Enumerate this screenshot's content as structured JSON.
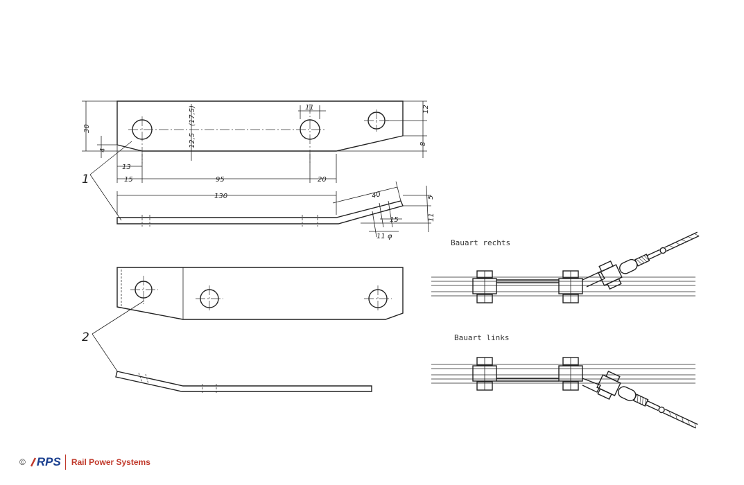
{
  "dimensions": {
    "d30": "30",
    "d4": "4",
    "d175": "(17,5)",
    "d125": "12,5",
    "d11top": "11",
    "d12": "12",
    "d8": "8",
    "d13": "13",
    "d15": "15",
    "d95": "95",
    "d20": "20",
    "d130": "130",
    "d40": "40",
    "d5": "5",
    "d15b": "15",
    "d11side": "11",
    "d11phi": "11 φ"
  },
  "parts": {
    "part1": "1",
    "part2": "2"
  },
  "captions": {
    "right": "Bauart rechts",
    "left": "Bauart links"
  },
  "footer": {
    "copyright": "©",
    "logo": "RPS",
    "brand": "Rail Power Systems",
    "colors": {
      "logo_blue": "#1a3f8f",
      "brand_red": "#c0392b"
    }
  }
}
